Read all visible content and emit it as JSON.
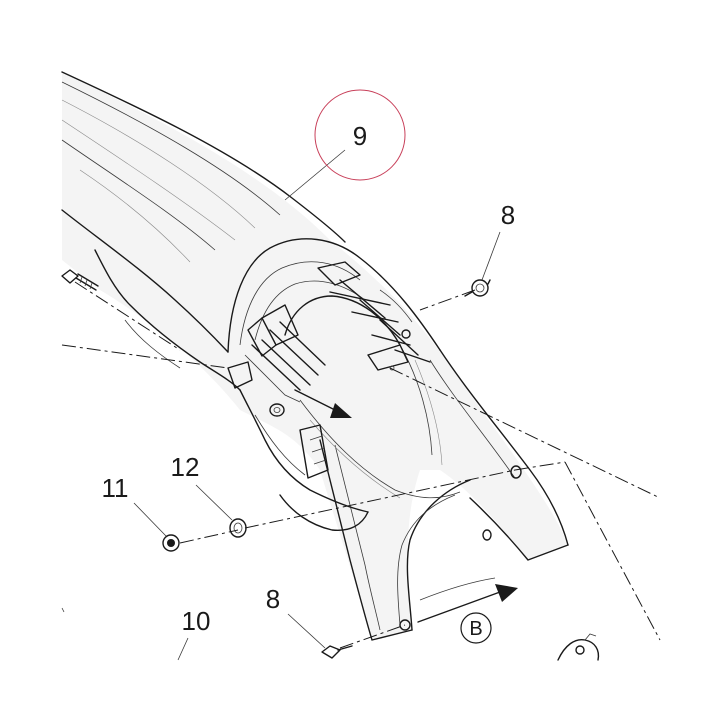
{
  "callouts": {
    "part_9": "9",
    "part_8_top": "8",
    "part_8_bottom": "8",
    "part_11": "11",
    "part_12": "12",
    "part_10": "10"
  },
  "view_ref": "B",
  "colors": {
    "line": "#1a1a1a",
    "highlight_circle": "#c8405a"
  }
}
